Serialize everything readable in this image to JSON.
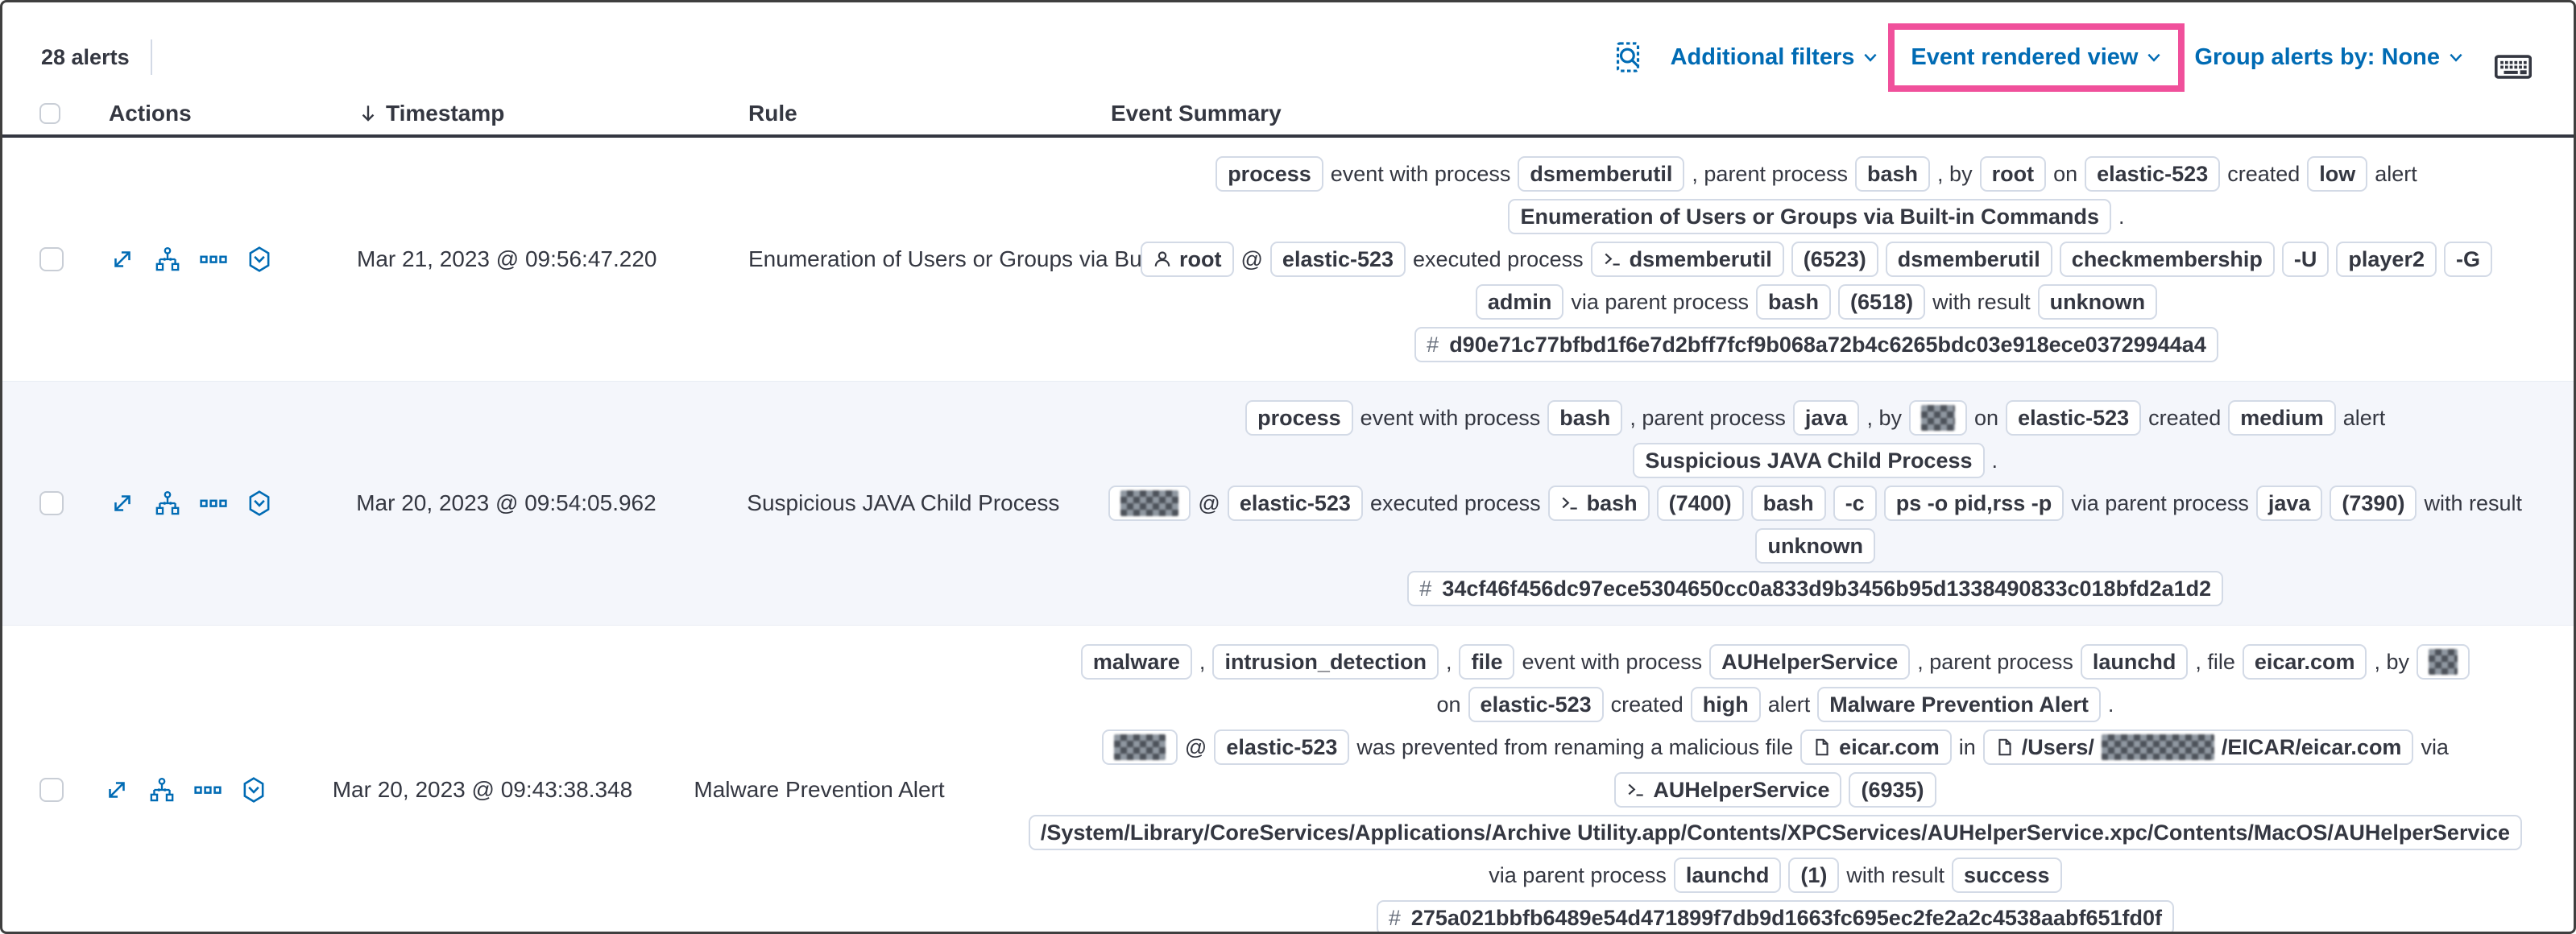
{
  "toolbar": {
    "alerts_count": "28 alerts",
    "additional_filters_label": "Additional filters",
    "view_selector_label": "Event rendered view",
    "group_alerts_label": "Group alerts by: None"
  },
  "table_headers": {
    "actions": "Actions",
    "timestamp": "Timestamp",
    "rule": "Rule",
    "event_summary": "Event Summary"
  },
  "colors": {
    "link_blue": "#006BB4",
    "highlight_pink": "#F0509B",
    "text_dark": "#343741",
    "badge_border": "#D3DAE6",
    "row_alt_background": "#F4F6FB"
  },
  "row_action_icons": [
    "expand-alert",
    "analyze-event",
    "more-actions",
    "session-view"
  ],
  "rows": [
    {
      "timestamp": "Mar 21, 2023 @ 09:56:47.220",
      "rule": "Enumeration of Users or Groups via Bui",
      "summary": [
        [
          {
            "b": "process"
          },
          "event with process",
          {
            "b": "dsmemberutil"
          },
          ", parent process",
          {
            "b": "bash"
          },
          ", by",
          {
            "b": "root"
          },
          "on",
          {
            "b": "elastic-523"
          },
          "created",
          {
            "b": "low"
          },
          "alert"
        ],
        [
          {
            "b": "Enumeration of Users or Groups via Built-in Commands"
          },
          "."
        ],
        [
          {
            "b": "root",
            "icon": "user"
          },
          "@",
          {
            "b": "elastic-523"
          },
          "executed process",
          {
            "b": "dsmemberutil",
            "icon": "terminal"
          },
          {
            "b": "(6523)"
          },
          {
            "b": "dsmemberutil"
          },
          {
            "b": "checkmembership"
          },
          {
            "b": "-U"
          },
          {
            "b": "player2"
          },
          {
            "b": "-G"
          }
        ],
        [
          {
            "b": "admin"
          },
          "via parent process",
          {
            "b": "bash"
          },
          {
            "b": "(6518)"
          },
          "with result",
          {
            "b": "unknown"
          }
        ],
        [
          {
            "b": "d90e71c77bfbd1f6e7d2bff7fcf9b068a72b4c6265bdc03e918ece03729944a4",
            "icon": "hash"
          }
        ]
      ]
    },
    {
      "timestamp": "Mar 20, 2023 @ 09:54:05.962",
      "rule": "Suspicious JAVA Child Process",
      "summary": [
        [
          {
            "b": "process"
          },
          "event with process",
          {
            "b": "bash"
          },
          ", parent process",
          {
            "b": "java"
          },
          ", by",
          {
            "b": [
              {
                "r": 42
              }
            ]
          },
          "on",
          {
            "b": "elastic-523"
          },
          "created",
          {
            "b": "medium"
          },
          "alert"
        ],
        [
          {
            "b": "Suspicious JAVA Child Process"
          },
          "."
        ],
        [
          {
            "b": [
              {
                "r": 72
              }
            ]
          },
          "@",
          {
            "b": "elastic-523"
          },
          "executed process",
          {
            "b": "bash",
            "icon": "terminal"
          },
          {
            "b": "(7400)"
          },
          {
            "b": "bash"
          },
          {
            "b": "-c"
          },
          {
            "b": "ps -o pid,rss -p"
          },
          "via parent process",
          {
            "b": "java"
          },
          {
            "b": "(7390)"
          },
          "with result"
        ],
        [
          {
            "b": "unknown"
          }
        ],
        [
          {
            "b": "34cf46f456dc97ece5304650cc0a833d9b3456b95d1338490833c018bfd2a1d2",
            "icon": "hash"
          }
        ]
      ]
    },
    {
      "timestamp": "Mar 20, 2023 @ 09:43:38.348",
      "rule": "Malware Prevention Alert",
      "summary": [
        [
          {
            "b": "malware"
          },
          ",",
          {
            "b": "intrusion_detection"
          },
          ",",
          {
            "b": "file"
          },
          "event with process",
          {
            "b": "AUHelperService"
          },
          ", parent process",
          {
            "b": "launchd"
          },
          ", file",
          {
            "b": "eicar.com"
          },
          ", by",
          {
            "b": [
              {
                "r": 36
              }
            ]
          }
        ],
        [
          "on",
          {
            "b": "elastic-523"
          },
          "created",
          {
            "b": "high"
          },
          "alert",
          {
            "b": "Malware Prevention Alert"
          },
          "."
        ],
        [
          {
            "b": [
              {
                "r": 64
              }
            ]
          },
          "@",
          {
            "b": "elastic-523"
          },
          "was prevented from renaming a malicious file",
          {
            "b": "eicar.com",
            "icon": "file"
          },
          "in",
          {
            "b": [
              "/Users/",
              {
                "r": 140
              },
              "/EICAR/eicar.com"
            ],
            "icon": "file"
          },
          "via"
        ],
        [
          {
            "b": "AUHelperService",
            "icon": "terminal"
          },
          {
            "b": "(6935)"
          }
        ],
        [
          {
            "b": "/System/Library/CoreServices/Applications/Archive Utility.app/Contents/XPCServices/AUHelperService.xpc/Contents/MacOS/AUHelperService"
          }
        ],
        [
          "via parent process",
          {
            "b": "launchd"
          },
          {
            "b": "(1)"
          },
          "with result",
          {
            "b": "success"
          }
        ],
        [
          {
            "b": "275a021bbfb6489e54d471899f7db9d1663fc695ec2fe2a2c4538aabf651fd0f",
            "icon": "hash"
          }
        ]
      ]
    }
  ]
}
